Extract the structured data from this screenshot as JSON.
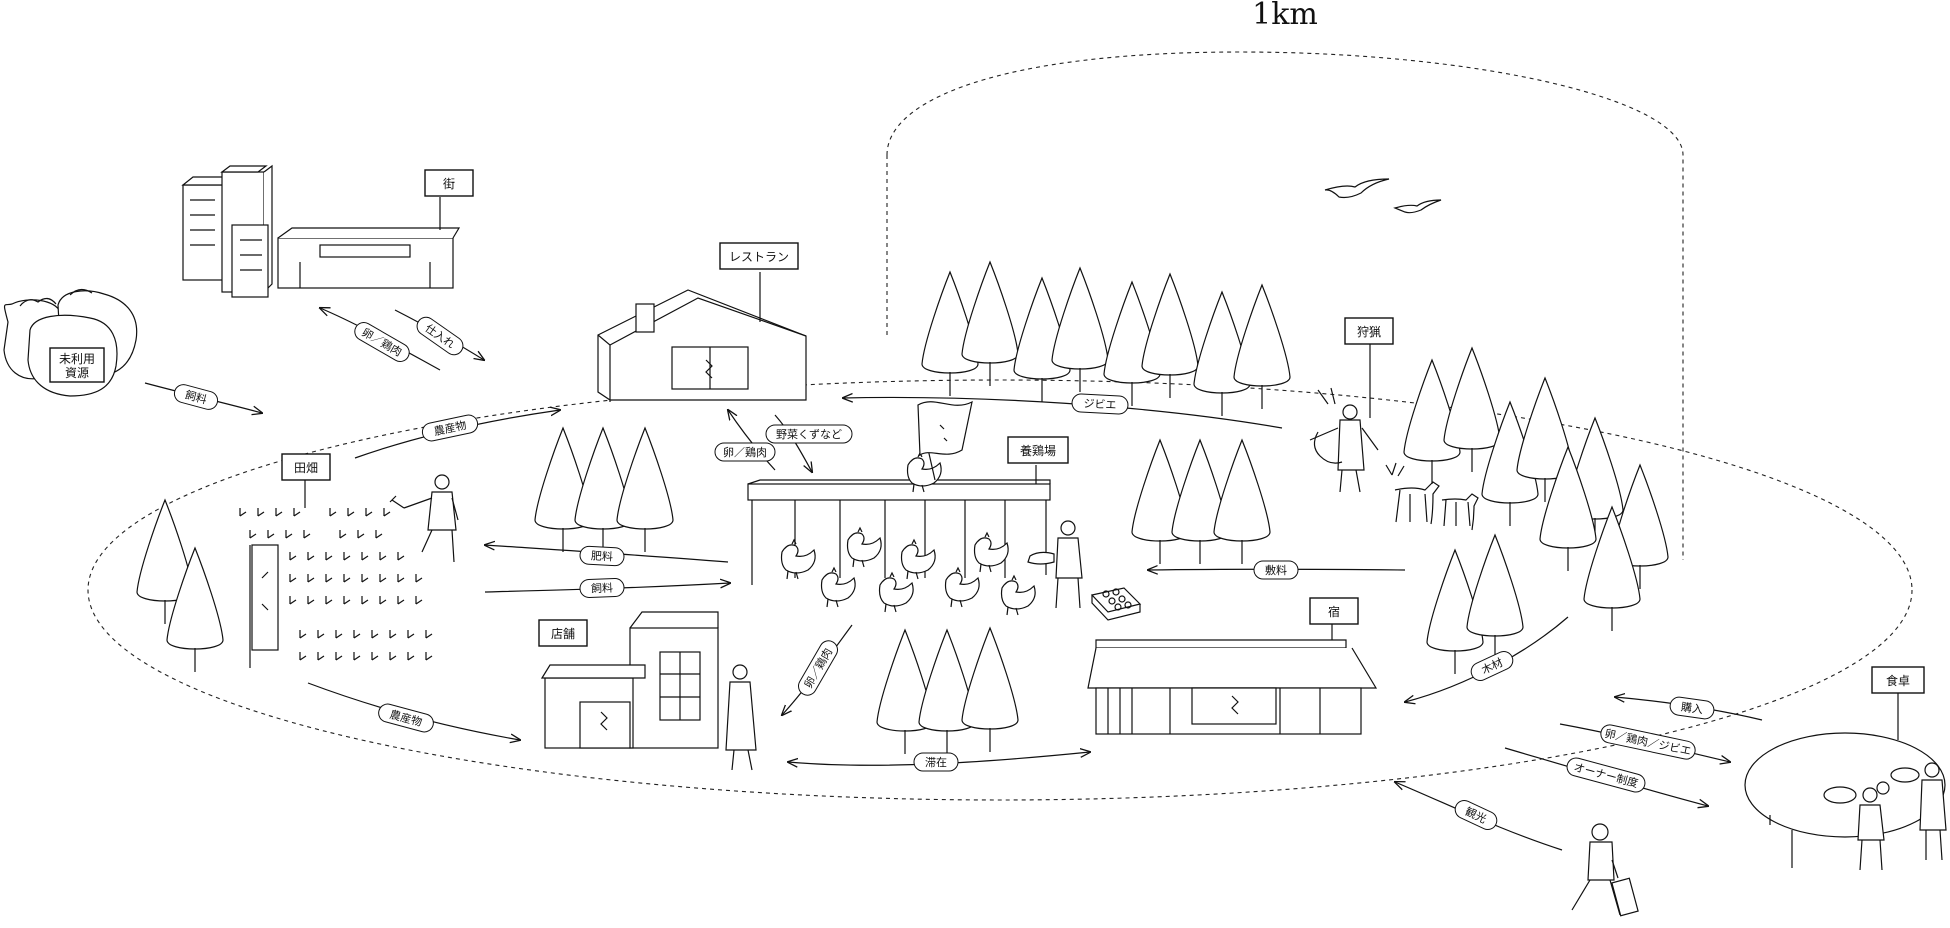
{
  "scale_label": "1km",
  "places": {
    "town": "街",
    "restaurant": "レストラン",
    "hunting": "狩猟",
    "farm_field": "田畑",
    "poultry_farm": "養鶏場",
    "shop": "店舗",
    "inn": "宿",
    "dining_table": "食卓",
    "unused_resources": "未利用資源"
  },
  "flows": {
    "feed_from_resources": "飼料",
    "purchase": "仕入れ",
    "eggs_chicken_to_town": "卵／鶏肉",
    "produce_to_restaurant": "農産物",
    "eggs_chicken_to_restaurant": "卵／鶏肉",
    "vegetable_scraps": "野菜くずなど",
    "game_meat": "ジビエ",
    "fertilizer": "肥料",
    "feed_to_farm": "飼料",
    "bedding": "敷料",
    "eggs_chicken_to_shop": "卵／鶏肉",
    "produce_to_shop": "農産物",
    "stay": "滞在",
    "timber": "木材",
    "buy": "購入",
    "eggs_chicken_game": "卵／鶏肉／ジビエ",
    "owner_system": "オーナー制度",
    "tourism": "観光"
  }
}
